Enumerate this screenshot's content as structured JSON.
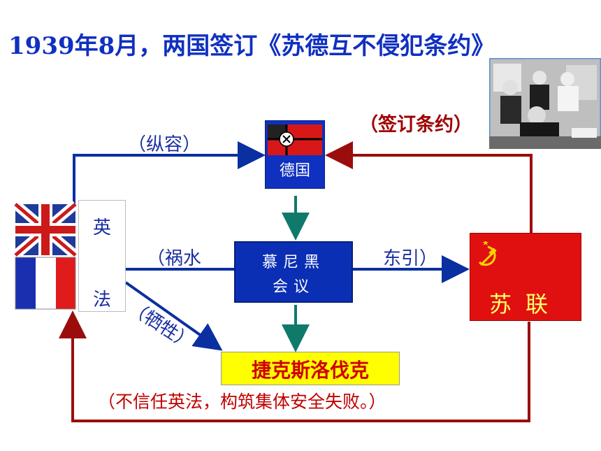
{
  "title": "1939年8月，两国签订《苏德互不侵犯条约》",
  "nodes": {
    "germany": "德国",
    "munich_line1": "慕尼黑",
    "munich_line2": "会议",
    "czech": "捷克斯洛伐克",
    "ussr": "苏联",
    "britain": "英",
    "france": "法"
  },
  "edge_labels": {
    "indulge": "（纵容）",
    "disaster_water": "（祸水",
    "east_lead": "东引）",
    "sacrifice": "（牺牲）",
    "sign_treaty": "（签订条约）"
  },
  "note": "（不信任英法，构筑集体安全失败。）",
  "colors": {
    "blue_arrow": "#0a2fa0",
    "red_arrow": "#9b0d0d",
    "teal_arrow": "#0f7a6a",
    "label_blue": "#1a2fa0",
    "label_red": "#a00000",
    "czech_fill": "#ffff00",
    "ussr_fill": "#e01010",
    "germany_fill": "#1030c0"
  }
}
